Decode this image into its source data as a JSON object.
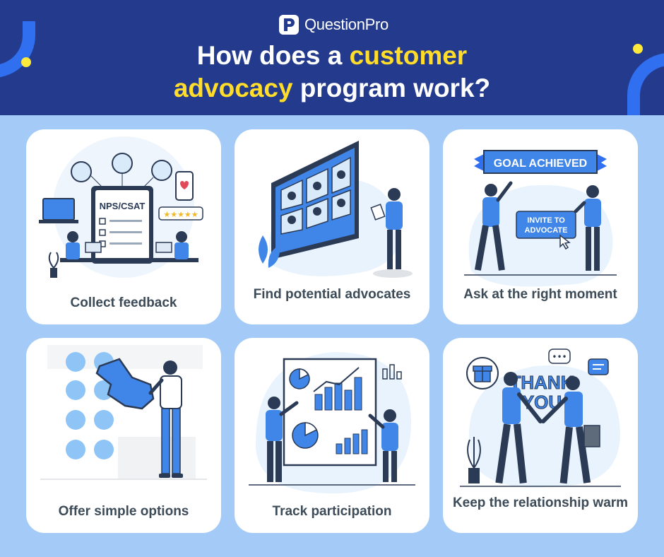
{
  "brand": {
    "name": "QuestionPro"
  },
  "title": {
    "part1": "How does a ",
    "highlight1": "customer",
    "highlight2": "advocacy",
    "part2": " program work?"
  },
  "colors": {
    "header_bg": "#243a8d",
    "page_bg": "#a4cbf7",
    "highlight": "#ffdd2a",
    "accent_blue": "#2f6ff0",
    "card_bg": "#ffffff",
    "label_text": "#3c4b57"
  },
  "cards": [
    {
      "label": "Collect feedback",
      "form_label": "NPS/CSAT",
      "icon": "feedback-illustration"
    },
    {
      "label": "Find potential advocates",
      "icon": "advocates-board-illustration"
    },
    {
      "label": "Ask at the right moment",
      "banner": "GOAL ACHIEVED",
      "button": "INVITE TO ADVOCATE",
      "icon": "goal-achieved-illustration"
    },
    {
      "label": "Offer simple options",
      "icon": "options-touch-illustration"
    },
    {
      "label": "Track participation",
      "icon": "charts-illustration"
    },
    {
      "label": "Keep the relationship warm",
      "thank_line1": "THANK",
      "thank_line2": "YOU",
      "icon": "handshake-illustration"
    }
  ]
}
